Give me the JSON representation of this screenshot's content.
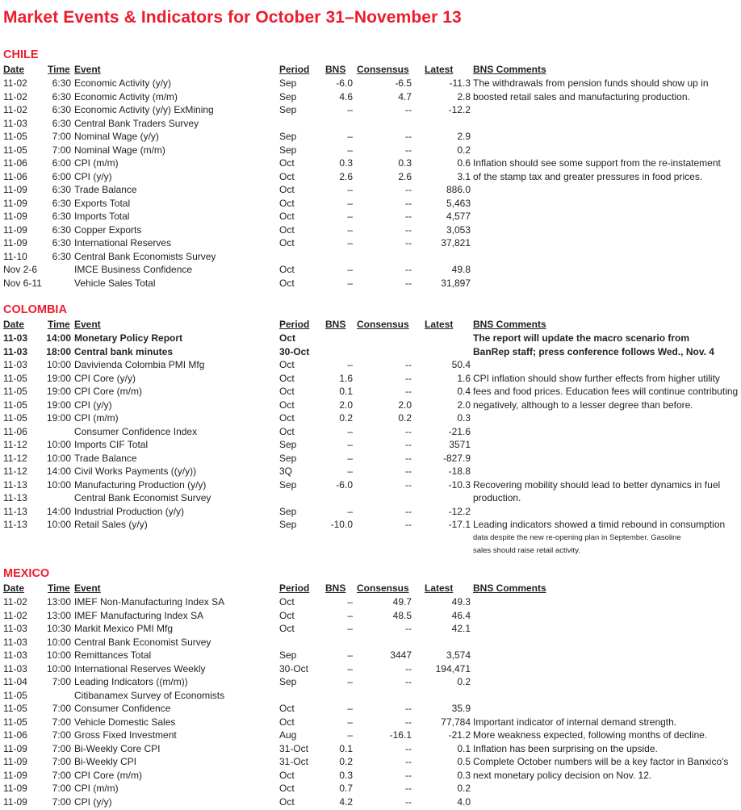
{
  "title": "Market Events & Indicators for October 31–November 13",
  "headers": {
    "date": "Date",
    "time": "Time",
    "event": "Event",
    "period": "Period",
    "bns": "BNS",
    "consensus": "Consensus",
    "latest": "Latest ",
    "comments": "BNS Comments"
  },
  "sections": [
    {
      "name": "CHILE",
      "rows": [
        [
          "11-02",
          "6:30",
          "Economic Activity (y/y)",
          "Sep",
          "-6.0",
          "-6.5",
          "-11.3",
          "The withdrawals from pension funds should show up in"
        ],
        [
          "11-02",
          "6:30",
          "Economic Activity (m/m)",
          "Sep",
          "4.6",
          "4.7",
          "2.8",
          "boosted retail sales and manufacturing production."
        ],
        [
          "11-02",
          "6:30",
          "Economic Activity (y/y) ExMining",
          "Sep",
          "–",
          "--",
          "-12.2",
          ""
        ],
        [
          "11-03",
          "6:30",
          "Central Bank Traders Survey",
          "",
          "",
          "",
          "",
          ""
        ],
        [
          "11-05",
          "7:00",
          "Nominal Wage (y/y)",
          "Sep",
          "–",
          "--",
          "2.9",
          ""
        ],
        [
          "11-05",
          "7:00",
          "Nominal Wage (m/m)",
          "Sep",
          "–",
          "--",
          "0.2",
          ""
        ],
        [
          "11-06",
          "6:00",
          "CPI (m/m)",
          "Oct",
          "0.3",
          "0.3",
          "0.6",
          "Inflation should see some support from the re-instatement"
        ],
        [
          "11-06",
          "6:00",
          "CPI (y/y)",
          "Oct",
          "2.6",
          "2.6",
          "3.1",
          "of the stamp tax and greater pressures in food prices."
        ],
        [
          "11-09",
          "6:30",
          "Trade Balance",
          "Oct",
          "–",
          "--",
          "886.0",
          ""
        ],
        [
          "11-09",
          "6:30",
          "Exports Total",
          "Oct",
          "–",
          "--",
          "5,463",
          ""
        ],
        [
          "11-09",
          "6:30",
          "Imports Total",
          "Oct",
          "–",
          "--",
          "4,577",
          ""
        ],
        [
          "11-09",
          "6:30",
          "Copper Exports",
          "Oct",
          "–",
          "--",
          "3,053",
          ""
        ],
        [
          "11-09",
          "6:30",
          "International Reserves",
          "Oct",
          "–",
          "--",
          "37,821",
          ""
        ],
        [
          "11-10",
          "6:30",
          "Central Bank Economists Survey",
          "",
          "",
          "",
          "",
          ""
        ],
        [
          "Nov 2-6",
          "",
          "IMCE Business Confidence",
          "Oct",
          "–",
          "--",
          "49.8",
          ""
        ],
        [
          "Nov 6-11",
          "",
          "Vehicle Sales Total",
          "Oct",
          "–",
          "--",
          "31,897",
          ""
        ]
      ]
    },
    {
      "name": "COLOMBIA",
      "rows": [
        [
          "11-03",
          "14:00",
          "Monetary Policy Report",
          "Oct",
          "",
          "",
          "",
          "The report will update the macro scenario from",
          "bold"
        ],
        [
          "11-03",
          "18:00",
          "Central bank minutes",
          "30-Oct",
          "",
          "",
          "",
          "BanRep staff; press conference follows Wed., Nov. 4",
          "bold"
        ],
        [
          "11-03",
          "10:00",
          "Davivienda Colombia PMI Mfg",
          "Oct",
          "–",
          "--",
          "50.4",
          ""
        ],
        [
          "11-05",
          "19:00",
          "CPI Core (y/y)",
          "Oct",
          "1.6",
          "--",
          "1.6",
          "CPI inflation should show further effects from higher utility"
        ],
        [
          "11-05",
          "19:00",
          "CPI Core (m/m)",
          "Oct",
          "0.1",
          "--",
          "0.4",
          "fees and food prices. Education fees will continue contributing"
        ],
        [
          "11-05",
          "19:00",
          "CPI (y/y)",
          "Oct",
          "2.0",
          "2.0",
          "2.0",
          "negatively, although to a lesser degree than before."
        ],
        [
          "11-05",
          "19:00",
          "CPI (m/m)",
          "Oct",
          "0.2",
          "0.2",
          "0.3",
          ""
        ],
        [
          "11-06",
          "",
          "Consumer Confidence Index",
          "Oct",
          "–",
          "--",
          "-21.6",
          ""
        ],
        [
          "11-12",
          "10:00",
          "Imports CIF Total",
          "Sep",
          "–",
          "--",
          "3571",
          ""
        ],
        [
          "11-12",
          "10:00",
          "Trade Balance",
          "Sep",
          "–",
          "--",
          "-827.9",
          ""
        ],
        [
          "11-12",
          "14:00",
          "Civil Works Payments ((y/y))",
          "3Q",
          "–",
          "--",
          "-18.8",
          ""
        ],
        [
          "11-13",
          "10:00",
          "Manufacturing Production (y/y)",
          "Sep",
          "-6.0",
          "--",
          "-10.3",
          "Recovering mobility should lead to better dynamics in fuel"
        ],
        [
          "11-13",
          "",
          "Central Bank Economist Survey",
          "",
          "",
          "",
          "",
          "production."
        ],
        [
          "11-13",
          "14:00",
          "Industrial Production (y/y)",
          "Sep",
          "–",
          "--",
          "-12.2",
          ""
        ],
        [
          "11-13",
          "10:00",
          "Retail Sales (y/y)",
          "Sep",
          "-10.0",
          "--",
          "-17.1",
          "Leading indicators showed a timid rebound in consumption"
        ],
        [
          "",
          "",
          "",
          "",
          "",
          "",
          "",
          "data despite the new re-opening plan in September. Gasoline",
          "small"
        ],
        [
          "",
          "",
          "",
          "",
          "",
          "",
          "",
          "sales should raise retail activity.",
          "small"
        ]
      ]
    },
    {
      "name": "MEXICO",
      "rows": [
        [
          "11-02",
          "13:00",
          "IMEF Non-Manufacturing Index SA",
          "Oct",
          "–",
          "49.7",
          "49.3",
          ""
        ],
        [
          "11-02",
          "13:00",
          "IMEF Manufacturing Index SA",
          "Oct",
          "–",
          "48.5",
          "46.4",
          ""
        ],
        [
          "11-03",
          "10:30",
          "Markit Mexico PMI Mfg",
          "Oct",
          "–",
          "--",
          "42.1",
          ""
        ],
        [
          "11-03",
          "10:00",
          "Central Bank Economist Survey",
          "",
          "",
          "",
          "",
          ""
        ],
        [
          "11-03",
          "10:00",
          "Remittances Total",
          "Sep",
          "–",
          "3447",
          "3,574",
          ""
        ],
        [
          "11-03",
          "10:00",
          "International Reserves Weekly",
          "30-Oct",
          "–",
          "--",
          "194,471",
          ""
        ],
        [
          "11-04",
          "7:00",
          "Leading Indicators ((m/m))",
          "Sep",
          "–",
          "--",
          "0.2",
          ""
        ],
        [
          "11-05",
          "",
          "Citibanamex Survey of Economists",
          "",
          "",
          "",
          "",
          ""
        ],
        [
          "11-05",
          "7:00",
          "Consumer Confidence",
          "Oct",
          "–",
          "--",
          "35.9",
          ""
        ],
        [
          "11-05",
          "7:00",
          "Vehicle Domestic Sales",
          "Oct",
          "–",
          "--",
          "77,784",
          "Important indicator of internal demand strength."
        ],
        [
          "11-06",
          "7:00",
          "Gross Fixed Investment",
          "Aug",
          "–",
          "-16.1",
          "-21.2",
          "More weakness expected, following months of decline."
        ],
        [
          "11-09",
          "7:00",
          "Bi-Weekly Core CPI",
          "31-Oct",
          "0.1",
          "--",
          "0.1",
          "Inflation has been surprising on the upside."
        ],
        [
          "11-09",
          "7:00",
          "Bi-Weekly CPI",
          "31-Oct",
          "0.2",
          "--",
          "0.5",
          "Complete October numbers will be a key factor in Banxico's"
        ],
        [
          "11-09",
          "7:00",
          "CPI Core (m/m)",
          "Oct",
          "0.3",
          "--",
          "0.3",
          "next monetary policy decision on Nov. 12."
        ],
        [
          "11-09",
          "7:00",
          "CPI (m/m)",
          "Oct",
          "0.7",
          "--",
          "0.2",
          ""
        ],
        [
          "11-09",
          "7:00",
          "CPI (y/y)",
          "Oct",
          "4.2",
          "--",
          "4.0",
          ""
        ]
      ]
    }
  ]
}
